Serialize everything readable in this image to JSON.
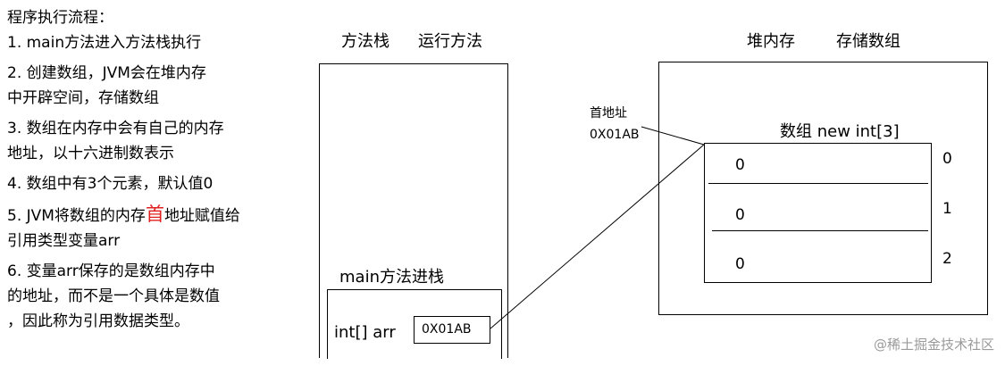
{
  "steps": {
    "title": "程序执行流程：",
    "items": [
      [
        "1. main方法进入方法栈执行"
      ],
      [
        "2. 创建数组，JVM会在堆内存",
        "中开辟空间，存储数组"
      ],
      [
        "3. 数组在内存中会有自己的内存",
        "地址，以十六进制数表示"
      ],
      [
        "4. 数组中有3个元素，默认值0"
      ],
      [
        "5. JVM将数组的内存",
        "首",
        "地址赋值给",
        "引用类型变量arr"
      ],
      [
        "6. 变量arr保存的是数组内存中",
        "的地址，而不是一个具体是数值",
        "，因此称为引用数据类型。"
      ]
    ]
  },
  "stack": {
    "header_left": "方法栈",
    "header_right": "运行方法",
    "frame_label": "main方法进栈",
    "var_label": "int[] arr",
    "var_value": "0X01AB"
  },
  "heap": {
    "header_left": "堆内存",
    "header_right": "存储数组",
    "address_label": "首地址",
    "address_value": "0X01AB",
    "array_label": "数组 new int[3]",
    "cells": [
      "0",
      "0",
      "0"
    ],
    "indices": [
      "0",
      "1",
      "2"
    ]
  },
  "watermark": "@稀土掘金技术社区",
  "colors": {
    "emphasis": "#e02020",
    "line": "#000000"
  }
}
